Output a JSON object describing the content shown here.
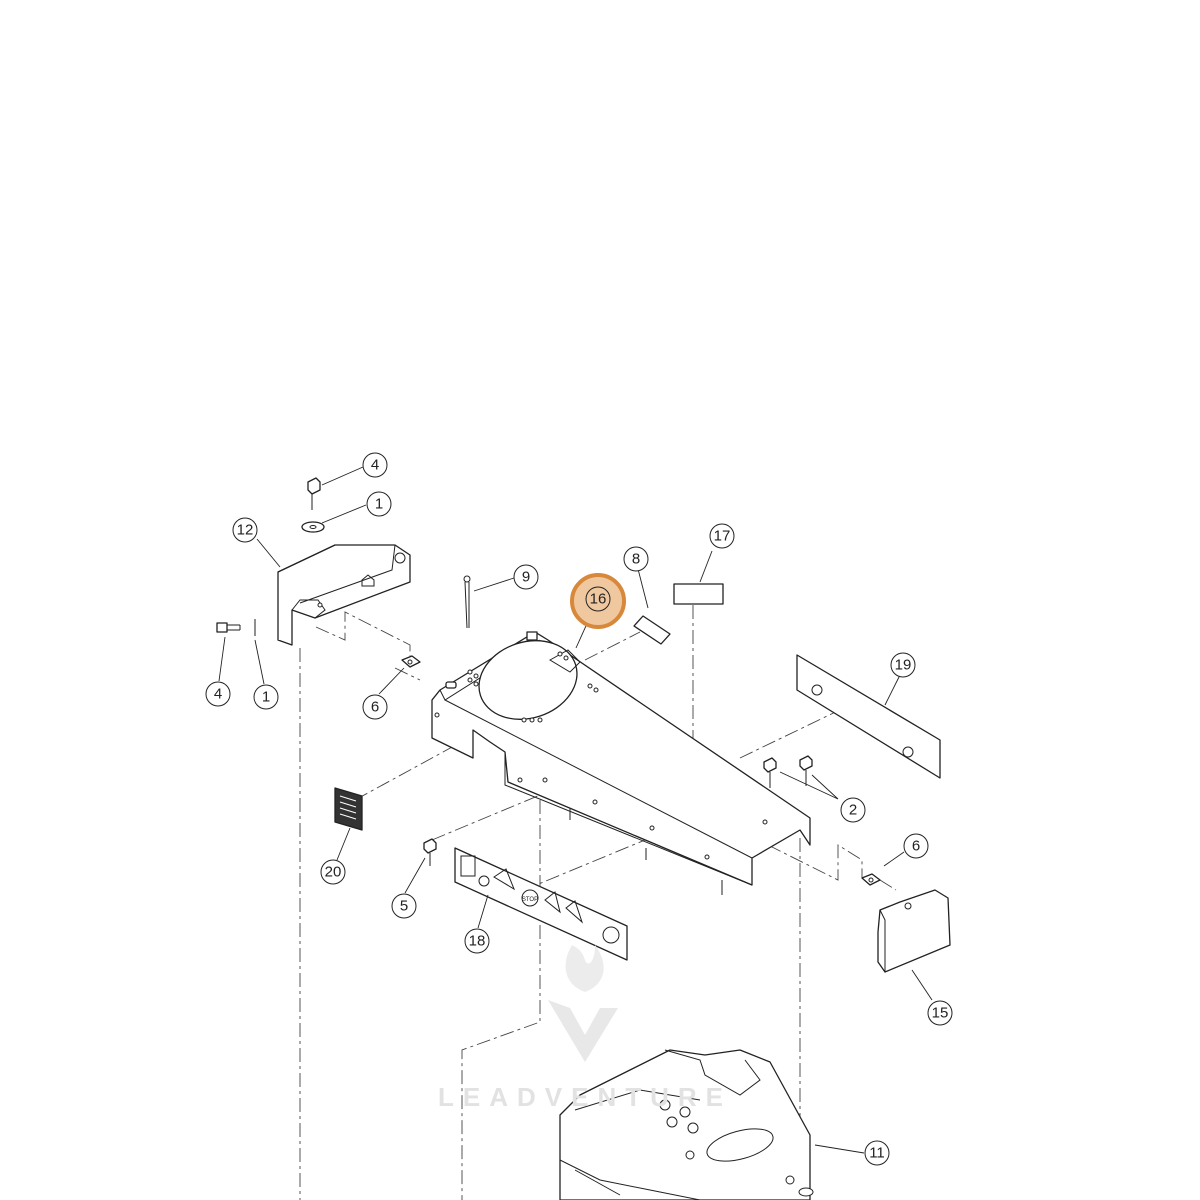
{
  "diagram": {
    "highlight_color": "#d8883a",
    "highlight_fill": "#f0c8a0",
    "watermark": "LEADVENTURE",
    "decal_text": "STOP",
    "callouts": [
      {
        "id": "c4a",
        "label": "4"
      },
      {
        "id": "c1a",
        "label": "1"
      },
      {
        "id": "c12",
        "label": "12"
      },
      {
        "id": "c9",
        "label": "9"
      },
      {
        "id": "c16",
        "label": "16",
        "highlighted": true
      },
      {
        "id": "c8",
        "label": "8"
      },
      {
        "id": "c17",
        "label": "17"
      },
      {
        "id": "c19",
        "label": "19"
      },
      {
        "id": "c4b",
        "label": "4"
      },
      {
        "id": "c1b",
        "label": "1"
      },
      {
        "id": "c6a",
        "label": "6"
      },
      {
        "id": "c2",
        "label": "2"
      },
      {
        "id": "c6b",
        "label": "6"
      },
      {
        "id": "c20",
        "label": "20"
      },
      {
        "id": "c5",
        "label": "5"
      },
      {
        "id": "c18",
        "label": "18"
      },
      {
        "id": "c15",
        "label": "15"
      },
      {
        "id": "c11",
        "label": "11"
      }
    ]
  }
}
